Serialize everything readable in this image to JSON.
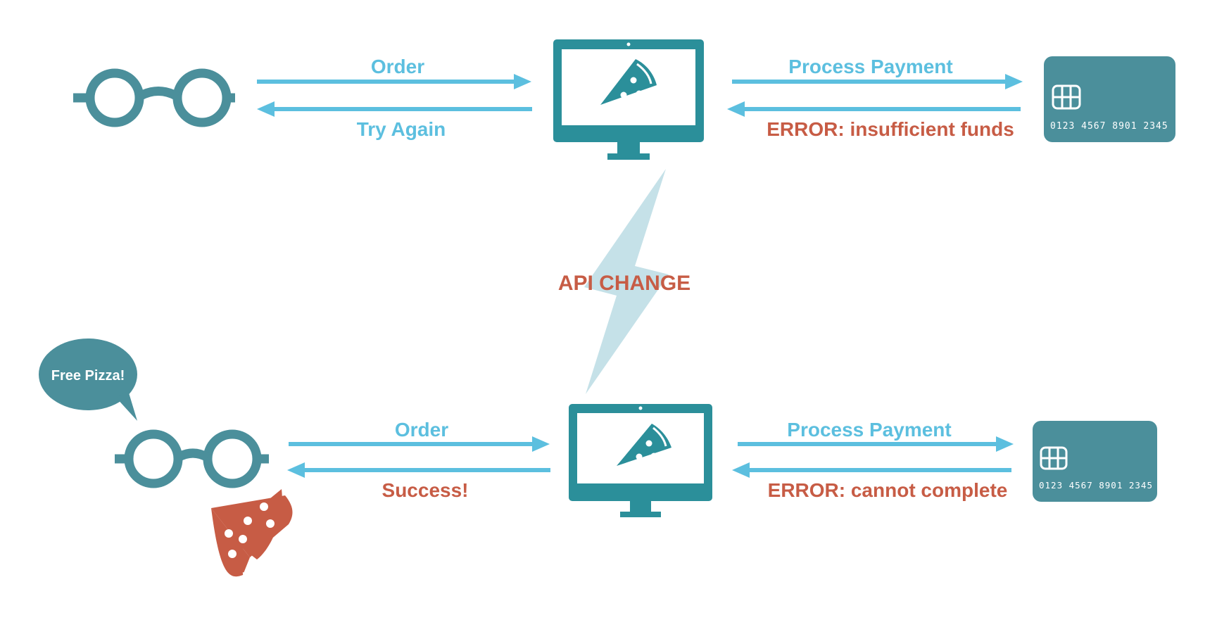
{
  "colors": {
    "teal": "#4b8f9b",
    "monitor": "#2b8f9a",
    "arrow": "#5cbfdf",
    "blue_text": "#5cbfdf",
    "red_text": "#c75c45",
    "lightning": "#c5e1e8",
    "pizza_red": "#c75c45"
  },
  "top_flow": {
    "order_label": "Order",
    "try_again_label": "Try Again",
    "process_payment_label": "Process Payment",
    "error_label": "ERROR: insufficient funds",
    "card_number": "0123 4567 8901 2345"
  },
  "api_change_label": "API CHANGE",
  "bottom_flow": {
    "speech_bubble": "Free Pizza!",
    "order_label": "Order",
    "success_label": "Success!",
    "process_payment_label": "Process Payment",
    "error_label": "ERROR: cannot complete",
    "card_number": "0123 4567 8901 2345"
  },
  "icons": [
    "glasses-icon",
    "monitor-icon",
    "pizza-slice-icon",
    "credit-card-icon",
    "lightning-bolt-icon",
    "speech-bubble-icon"
  ]
}
